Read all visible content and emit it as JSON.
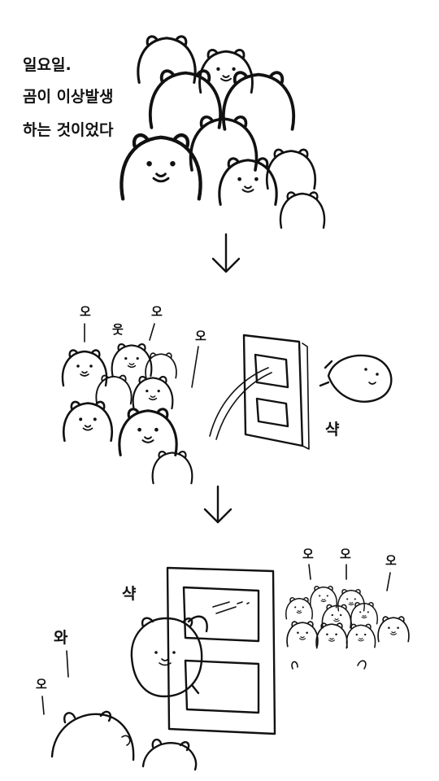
{
  "comic": {
    "panel1": {
      "caption_lines": [
        "일요일.",
        "곰이 이상발생",
        "하는 것이었다"
      ]
    },
    "panel2": {
      "chants": [
        "오",
        "웃",
        "오",
        "오"
      ],
      "sfx": "샥"
    },
    "panel3": {
      "sfx": "샥",
      "wow": "와",
      "chants": [
        "오",
        "오",
        "오",
        "오"
      ]
    },
    "arrows": [
      "↓",
      "↓"
    ]
  },
  "colors": {
    "ink": "#111111",
    "paper": "#ffffff"
  }
}
